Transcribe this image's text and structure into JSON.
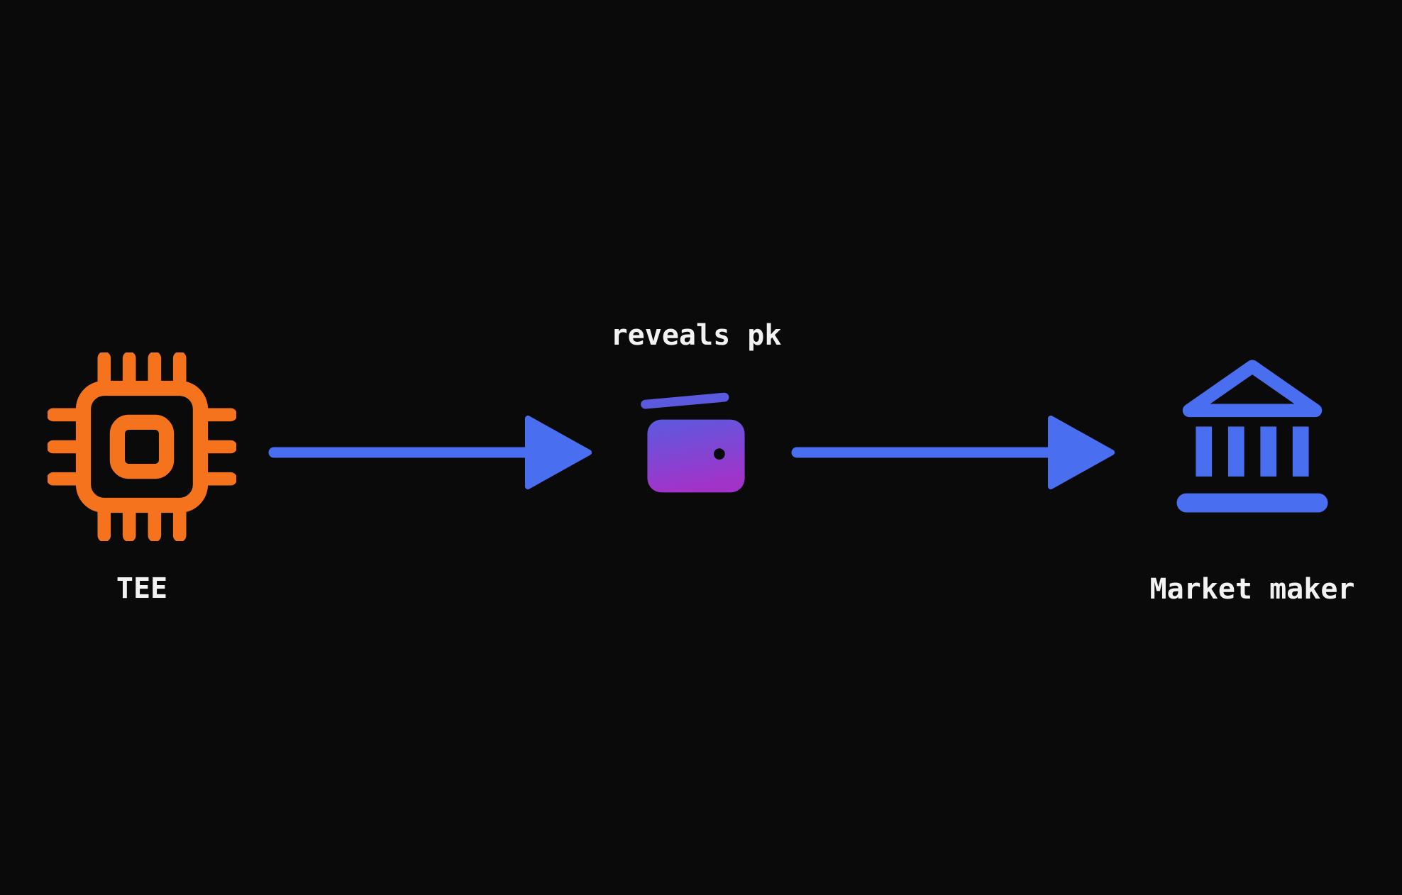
{
  "diagram": {
    "title": "",
    "nodes": [
      {
        "id": "tee",
        "label": "TEE",
        "icon": "cpu-chip-icon",
        "color": "#f4731c",
        "label_position": "below"
      },
      {
        "id": "wallet",
        "label": "reveals pk",
        "icon": "wallet-icon",
        "gradient_top": "#5b5adf",
        "gradient_bottom": "#a233c9",
        "label_position": "above"
      },
      {
        "id": "market-maker",
        "label": "Market maker",
        "icon": "bank-icon",
        "color": "#4a6ef0",
        "label_position": "below"
      }
    ],
    "arrows": [
      {
        "from": "tee",
        "to": "wallet",
        "direction": "right",
        "color": "#4a6ef0"
      },
      {
        "from": "wallet",
        "to": "market-maker",
        "direction": "right",
        "color": "#4a6ef0"
      }
    ],
    "colors": {
      "background": "#0a0a0a",
      "text": "#f2f2f2",
      "chip": "#f4731c",
      "arrow": "#4a6ef0",
      "bank": "#4a6ef0",
      "wallet_top": "#5b5adf",
      "wallet_bottom": "#a233c9",
      "wallet_dot": "#0a0a0a"
    }
  }
}
